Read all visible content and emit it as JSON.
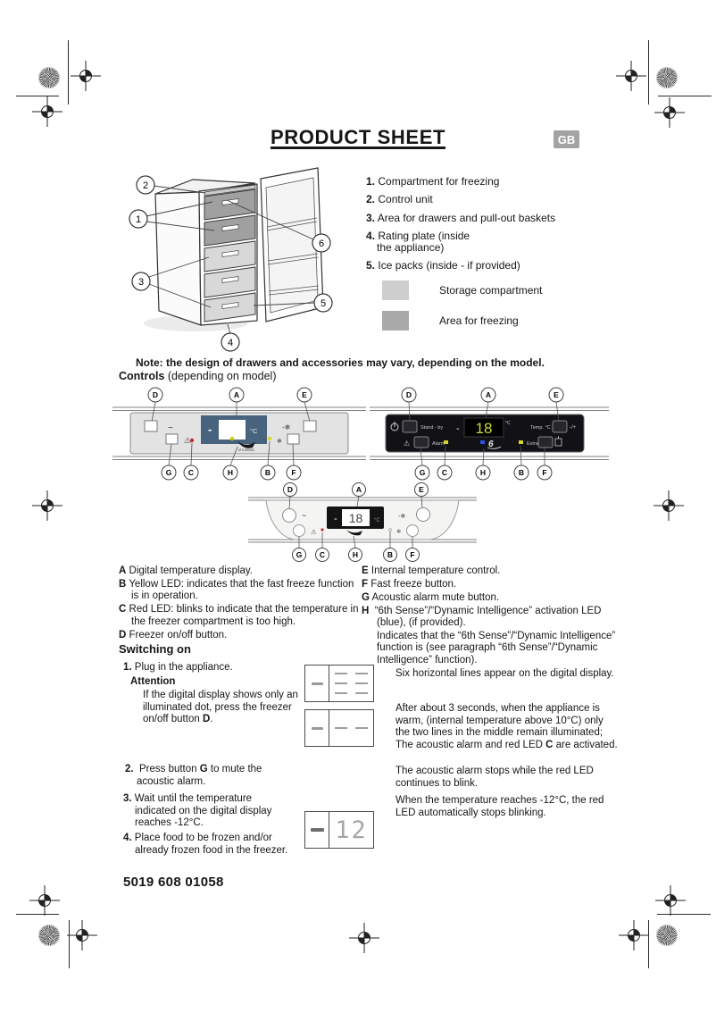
{
  "page": {
    "title": "PRODUCT SHEET",
    "language_badge": "GB",
    "footer_code": "5019 608 01058"
  },
  "diagram": {
    "callouts": [
      "1",
      "2",
      "3",
      "4",
      "5",
      "6"
    ]
  },
  "parts_list": {
    "items": [
      {
        "num": "1.",
        "text": "Compartment for freezing"
      },
      {
        "num": "2.",
        "text": "Control unit"
      },
      {
        "num": "3.",
        "text": "Area for drawers and pull-out baskets"
      },
      {
        "num": "4.",
        "text": "Rating plate (inside",
        "text2": "the appliance)"
      },
      {
        "num": "5.",
        "text": "Ice packs (inside - if provided)"
      }
    ],
    "legend": [
      {
        "label": "Storage compartment",
        "color": "#cecece"
      },
      {
        "label": "Area for freezing",
        "color": "#a9a9a9"
      }
    ]
  },
  "note": {
    "text": "Note: the design of drawers and accessories may vary, depending on the model."
  },
  "controls": {
    "heading_bold": "Controls",
    "heading_rest": " (depending on model)",
    "callouts_top": [
      "D",
      "A",
      "E"
    ],
    "callouts_bottom": [
      "G",
      "C",
      "H",
      "B",
      "F"
    ],
    "symbols": {
      "onoff": "~",
      "degrees": "°C",
      "fastfreeze": "-❄",
      "alarm_triangle": "⚠",
      "minus": "-",
      "plusminus": "-/+",
      "snowflake": "❄",
      "sense_logo": "6",
      "sense_caption": "6TH SENSE"
    },
    "panel2": {
      "standby_label": "Stand - by",
      "temp_label": "Temp. °C",
      "alarm_label": "Alarm",
      "extra_label": "Extra",
      "display_value": "18"
    },
    "panel3": {
      "display_value": "18"
    },
    "colors": {
      "led_red": "#c32b2b",
      "led_yellow": "#d6d62a",
      "led_green_yellow": "#c3d400",
      "led_blue": "#3050e0",
      "display_blue_panel": "#48637d",
      "lcd_digits": "#c8d93f"
    }
  },
  "definitions": {
    "left": [
      {
        "key": "A",
        "text": "Digital temperature display."
      },
      {
        "key": "B",
        "text": "Yellow LED: indicates that the fast freeze function is in operation."
      },
      {
        "key": "C",
        "text": "Red LED: blinks to indicate that the temperature in the freezer compartment is too high."
      },
      {
        "key": "D",
        "text": "Freezer on/off button."
      }
    ],
    "right": [
      {
        "key": "E",
        "text": "Internal temperature control."
      },
      {
        "key": "F",
        "text": "Fast freeze button."
      },
      {
        "key": "G",
        "text": "Acoustic alarm mute button."
      },
      {
        "key": "H",
        "text": "“6th Sense”/“Dynamic Intelligence” activation LED (blue), (if provided).",
        "text2": "Indicates that the “6th Sense”/“Dynamic Intelligence” function is (see paragraph “6th Sense”/“Dynamic Intelligence” function)."
      }
    ]
  },
  "switching": {
    "heading": "Switching on",
    "steps": [
      {
        "num": "1.",
        "text": "Plug in the appliance."
      },
      {
        "num": "2.",
        "pre": "Press button ",
        "key": "G",
        "post": " to mute the acoustic alarm."
      },
      {
        "num": "3.",
        "text": "Wait until the temperature indicated on the digital display reaches -12°C."
      },
      {
        "num": "4.",
        "text": "Place food to be frozen and/or already frozen food in the freezer."
      }
    ],
    "attention": {
      "title": "Attention",
      "pre": "If the digital display shows only an illuminated dot, press the freezer on/off button ",
      "key": "D",
      "post": "."
    },
    "side_notes": [
      {
        "text": "Six horizontal lines appear on the digital display."
      },
      {
        "pre": "After about 3 seconds, when the appliance is warm, (internal temperature above 10°C) only the two lines in the middle remain illuminated; The acoustic alarm and red LED ",
        "key": "C",
        "post": " are activated."
      },
      {
        "text": "The acoustic alarm stops while the red LED continues to blink."
      },
      {
        "text": "When the temperature reaches -12°C, the red LED automatically stops blinking."
      }
    ],
    "display_boxes": {
      "box3_value": "12"
    }
  }
}
